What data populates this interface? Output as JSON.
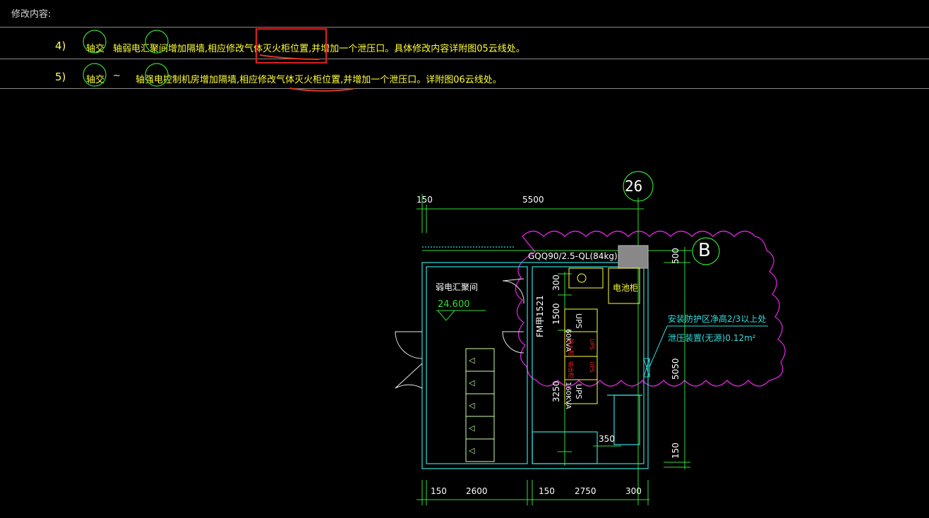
{
  "header": {
    "title": "修改内容:"
  },
  "notes": [
    {
      "num": "4)",
      "ref": "轴交",
      "tilde": "",
      "text": "轴弱电汇聚间增加隔墙,相应修改气体灭火柜位置,并增加一个泄压口。具体修改内容详附图05云线处。"
    },
    {
      "num": "5)",
      "ref": "轴交",
      "tilde": "~",
      "text": "轴强电控制机房增加隔墙,相应修改气体灭火柜位置,并增加一个泄压口。详附图06云线处。"
    }
  ],
  "drawing": {
    "grid_26": "26",
    "grid_B": "B",
    "dims_top": [
      "150",
      "5500"
    ],
    "dims_bottom": [
      "150",
      "2600",
      "150",
      "2750",
      "300"
    ],
    "dims_right": [
      "500",
      "5050",
      "150"
    ],
    "dims_inner": [
      "300",
      "1500",
      "3250",
      "350"
    ],
    "gas_cabinet": "GQQ90/2.5-QL(84kg)",
    "battery": "电池柜",
    "room_name": "弱电汇聚间",
    "elevation": "24.600",
    "fm": "FM甲1521",
    "ups_top": [
      "60KVA",
      "UPS"
    ],
    "ups_bottom": [
      "160KVA",
      "UPS"
    ],
    "red_small": [
      "UPS",
      "输入柜",
      "输出柜",
      "UPS"
    ],
    "note_line1": "安装防护区净高2/3以上处",
    "note_line2": "泄压装置(无源)0.12m²"
  },
  "colors": {
    "yellow": "#ffff33",
    "green": "#33dd33",
    "cyan": "#33dddd",
    "magenta": "#dd22dd",
    "red": "#ee2222",
    "white": "#e8e8e8"
  }
}
